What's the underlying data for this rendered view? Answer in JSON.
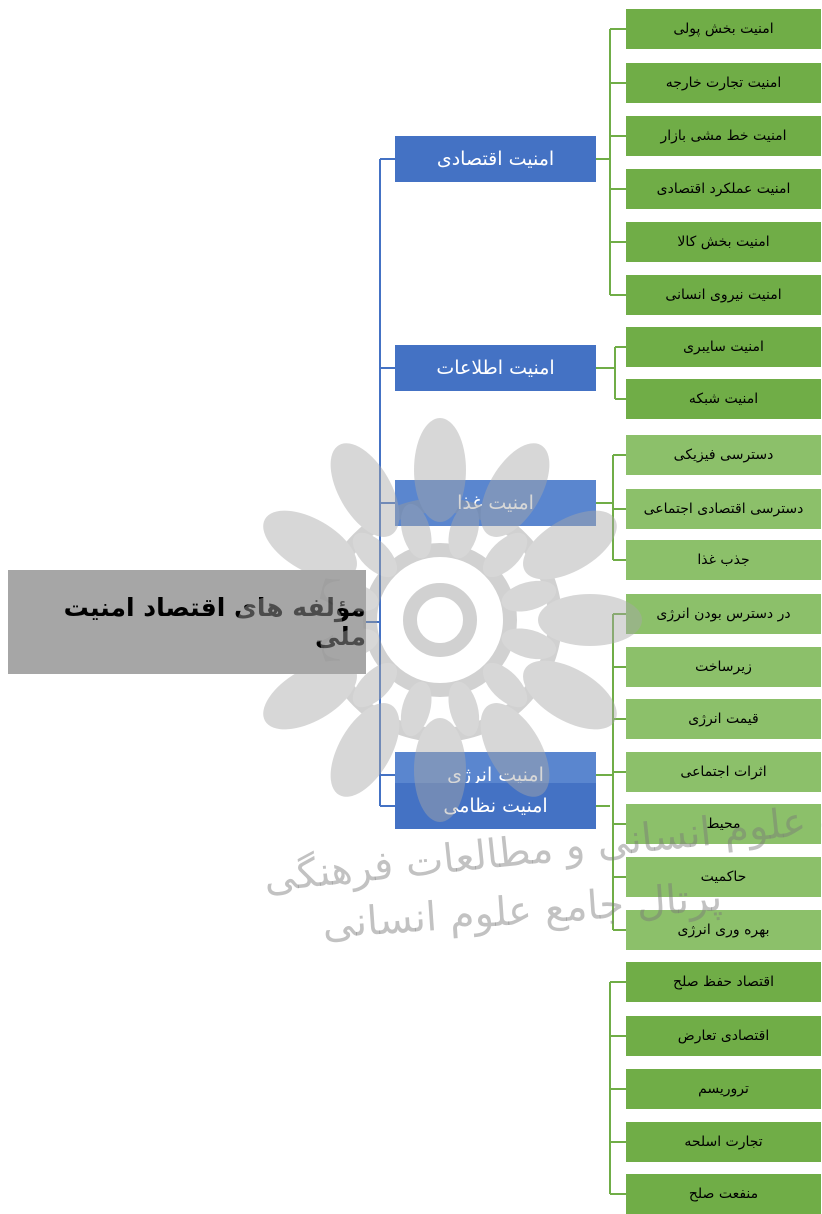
{
  "root": {
    "label": "مؤلفه های اقتصاد امنیت ملی"
  },
  "categories": [
    {
      "label": "امنیت اقتصادی",
      "items": [
        "امنیت بخش پولی",
        "امنیت تجارت خارجه",
        "امنیت خط مشی بازار",
        "امنیت عملکرد اقتصادی",
        "امنیت بخش کالا",
        "امنیت نیروی انسانی"
      ]
    },
    {
      "label": "امنیت اطلاعات",
      "items": [
        "امنیت سایبری",
        "امنیت شبکه"
      ]
    },
    {
      "label": "امنیت غذا",
      "items": [
        "دسترسی فیزیکی",
        "دسترسی اقتصادی اجتماعی",
        "جذب غذا"
      ]
    },
    {
      "label": "امنیت انرژی",
      "items": [
        "در دسترس بودن انرژی",
        "زیرساخت",
        "قیمت انرژی",
        "اثرات اجتماعی",
        "محیط",
        "حاکمیت",
        "بهره وری انرژی"
      ]
    },
    {
      "label": "امنیت نظامی",
      "items": [
        "اقتصاد حفظ صلح",
        "اقتصادی تعارض",
        "تروریسم",
        "تجارت اسلحه",
        "منفعت صلح"
      ]
    }
  ],
  "watermark": {
    "line1": "پژوهشگاه علوم انسانی و مطالعات فرهنگی",
    "line2": "پرتال جامع علوم انسانی"
  },
  "colors": {
    "root": "#a6a6a6",
    "category": "#4472c4",
    "leaf": "#70ad47",
    "connector_blue": "#4472c4",
    "connector_green": "#70ad47"
  }
}
